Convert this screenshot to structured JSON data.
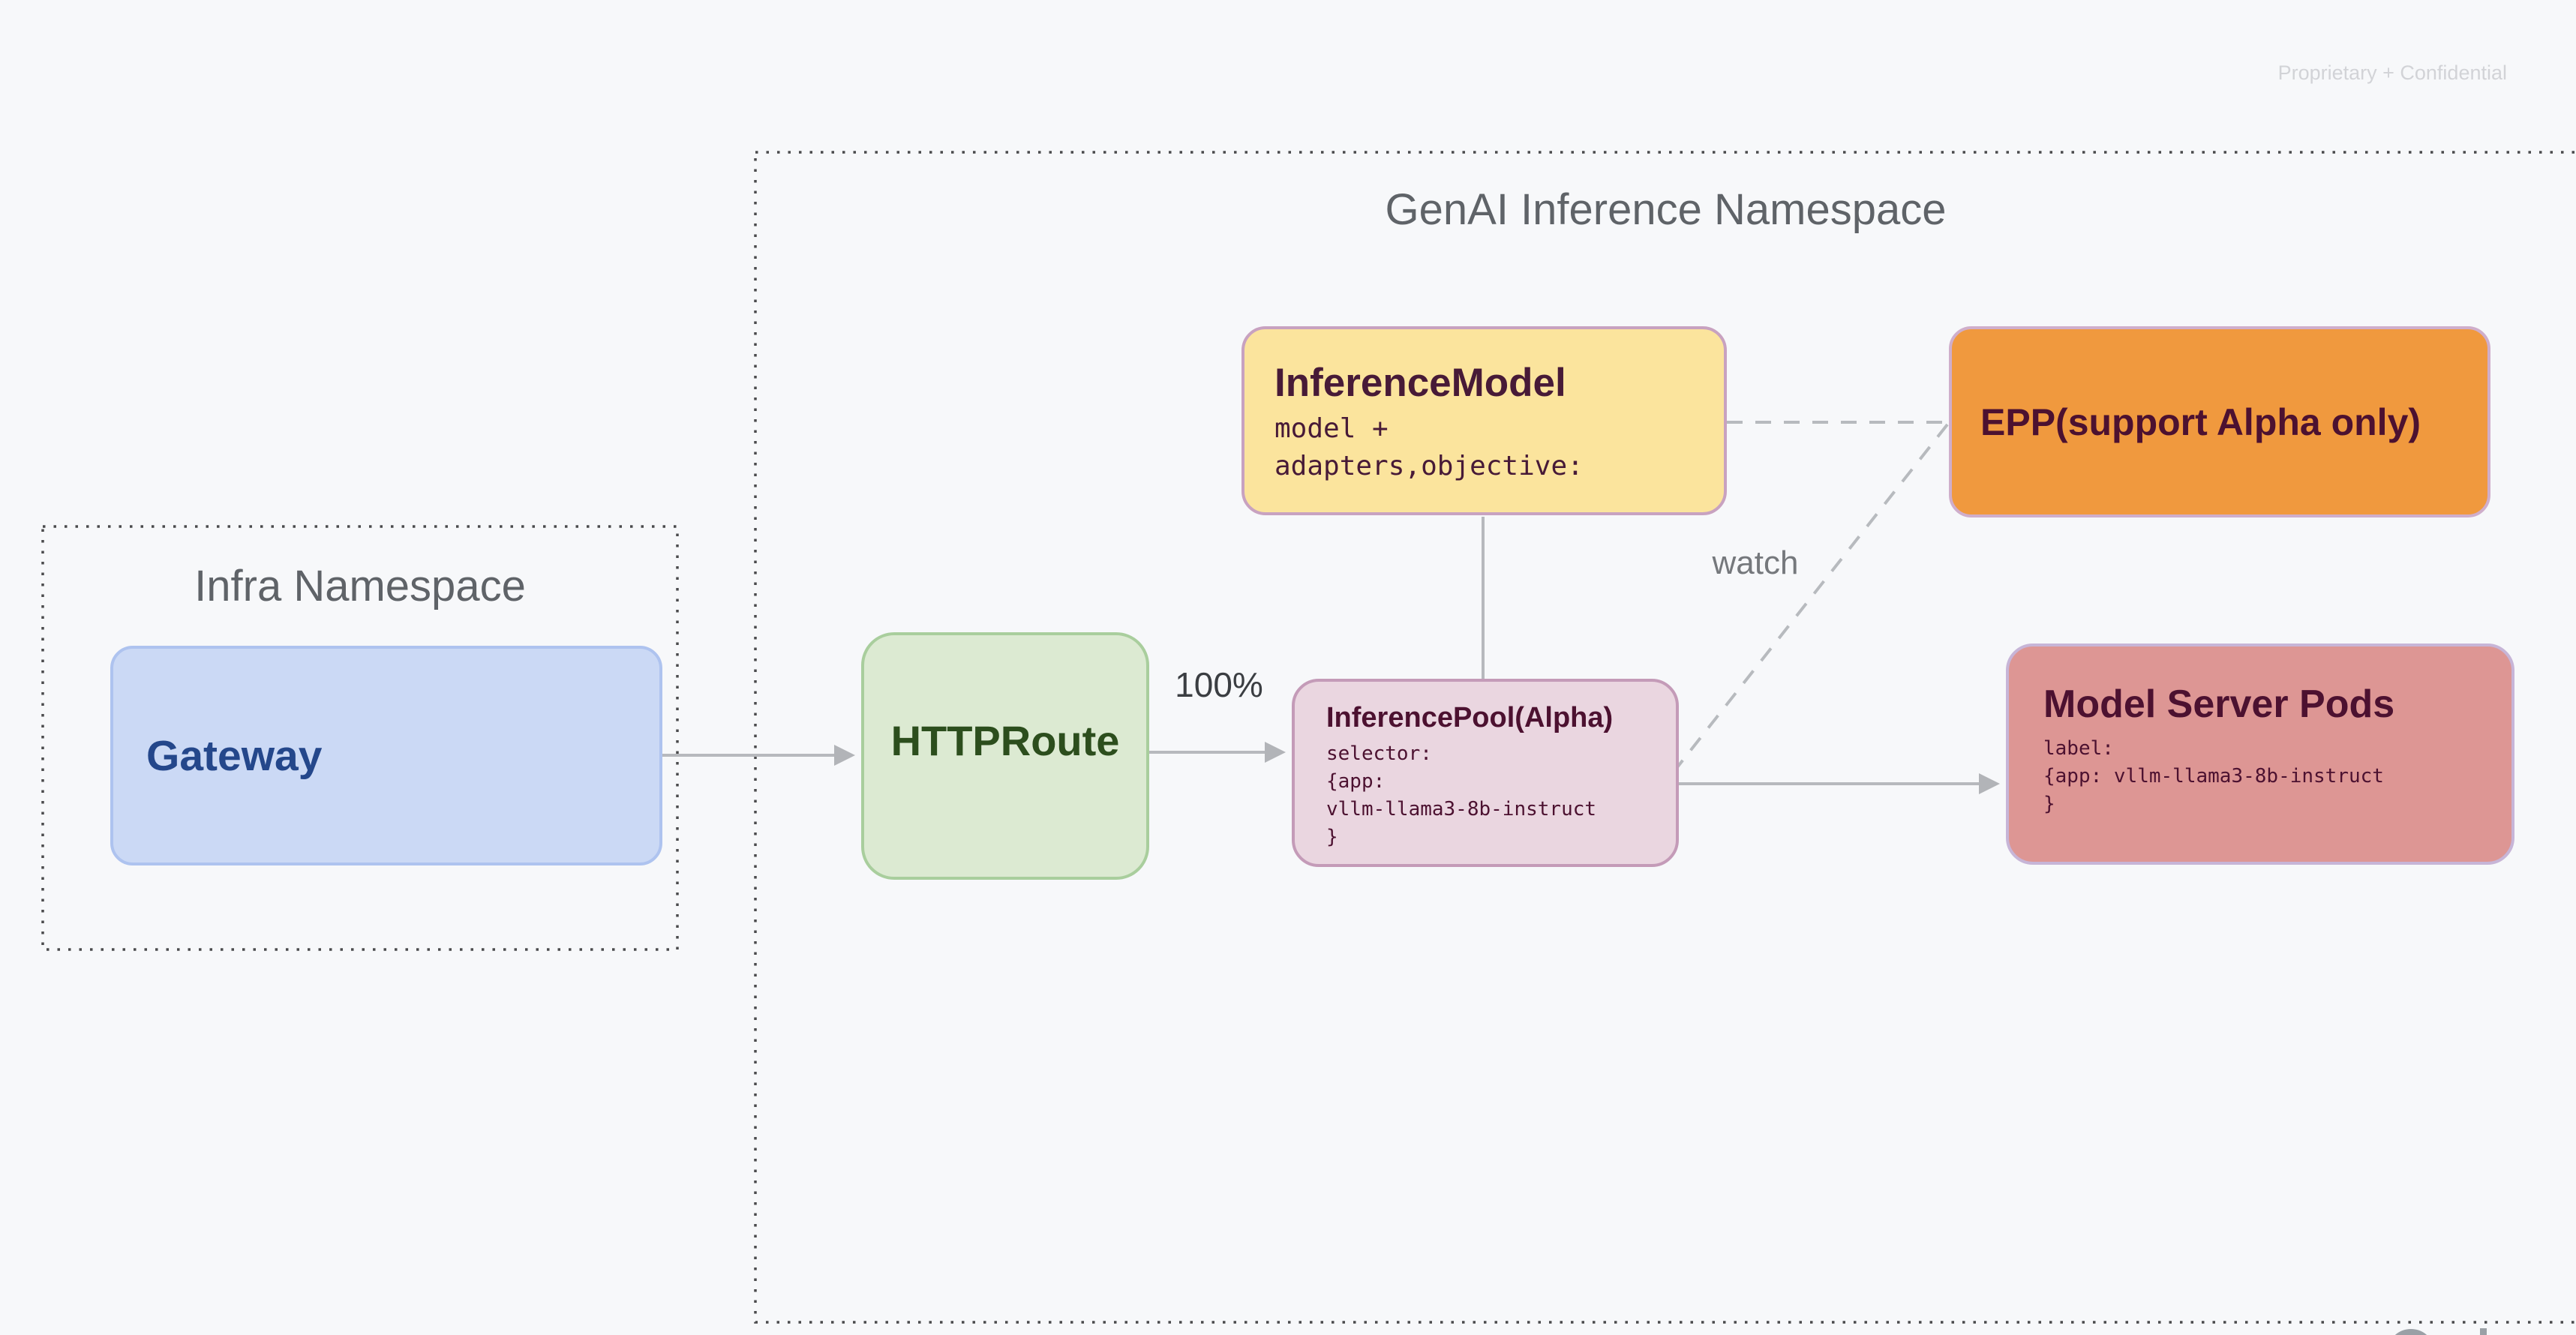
{
  "page": {
    "watermark": "Proprietary + Confidential",
    "background_color": "#f7f8fa"
  },
  "namespaces": {
    "infra": {
      "title": "Infra Namespace"
    },
    "genai": {
      "title": "GenAI Inference Namespace"
    }
  },
  "nodes": {
    "gateway": {
      "label": "Gateway",
      "fill": "#cbd9f5",
      "border": "#aec3ef",
      "text_color": "#24478b"
    },
    "httproute": {
      "label": "HTTPRoute",
      "fill": "#dcead2",
      "border": "#a9ce9d",
      "text_color": "#2c4e1d"
    },
    "inference_model": {
      "title": "InferenceModel",
      "lines": [
        "model +",
        "adapters,objective:"
      ],
      "fill": "#fbe49d",
      "border": "#c8a2c0",
      "text_color": "#471a37"
    },
    "epp": {
      "label": "EPP(support Alpha only)",
      "fill": "#f0993e",
      "border": "#cfaecb",
      "text_color": "#4c1130"
    },
    "inference_pool": {
      "title": "InferencePool(Alpha)",
      "lines": [
        "selector:",
        "{app:",
        "vllm-llama3-8b-instruct",
        "}"
      ],
      "fill": "#ead6e0",
      "border": "#c49bb8",
      "text_color": "#4c1130"
    },
    "model_server_pods": {
      "title": "Model Server Pods",
      "lines": [
        "label:",
        "{app: vllm-llama3-8b-instruct",
        "}"
      ],
      "fill": "#dd9694",
      "border": "#c7b5d7",
      "text_color": "#4c1130"
    }
  },
  "edges": {
    "httproute_to_pool_weight": "100%",
    "epp_to_pool_label": "watch",
    "line_color": "#b7b9bd",
    "dotted_border_color": "#4a4a4c"
  }
}
